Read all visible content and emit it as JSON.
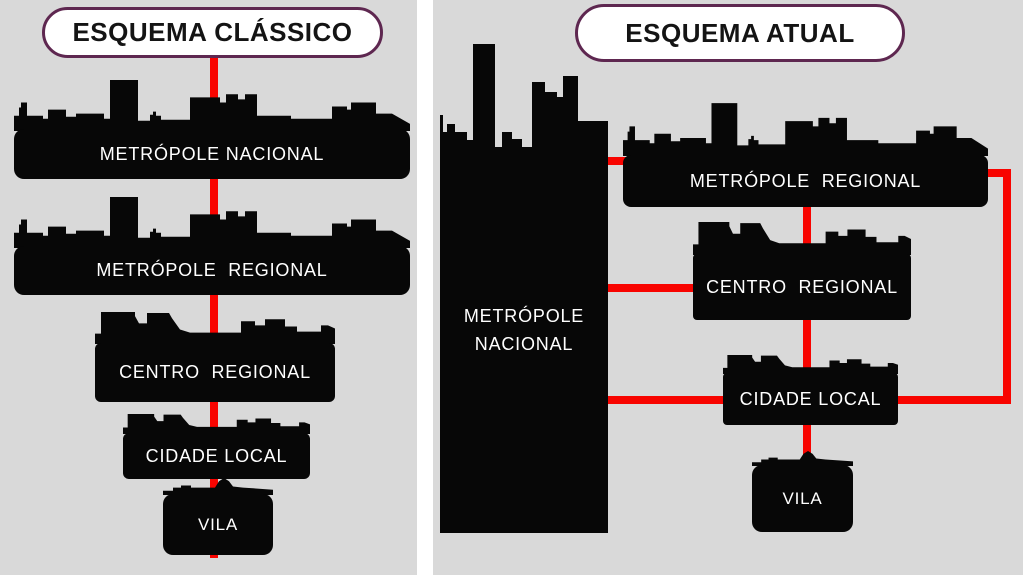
{
  "left_panel": {
    "title": "ESQUEMA CLÁSSICO",
    "levels": [
      {
        "label": "METRÓPOLE NACIONAL"
      },
      {
        "label": "METRÓPOLE  REGIONAL"
      },
      {
        "label": "CENTRO  REGIONAL"
      },
      {
        "label": "CIDADE LOCAL"
      },
      {
        "label": "VILA"
      }
    ]
  },
  "right_panel": {
    "title": "ESQUEMA ATUAL",
    "national": {
      "line1": "METRÓPOLE",
      "line2": "NACIONAL"
    },
    "levels": [
      {
        "label": "METRÓPOLE  REGIONAL"
      },
      {
        "label": "CENTRO  REGIONAL"
      },
      {
        "label": "CIDADE LOCAL"
      },
      {
        "label": "VILA"
      }
    ]
  },
  "colors": {
    "background": "#d9d9d9",
    "panel_gap": "#ffffff",
    "silhouette": "#070707",
    "connector_red": "#f80400",
    "pill_border": "#5e2750",
    "pill_background": "#ffffff",
    "title_text": "#141414",
    "label_text": "#ffffff"
  }
}
